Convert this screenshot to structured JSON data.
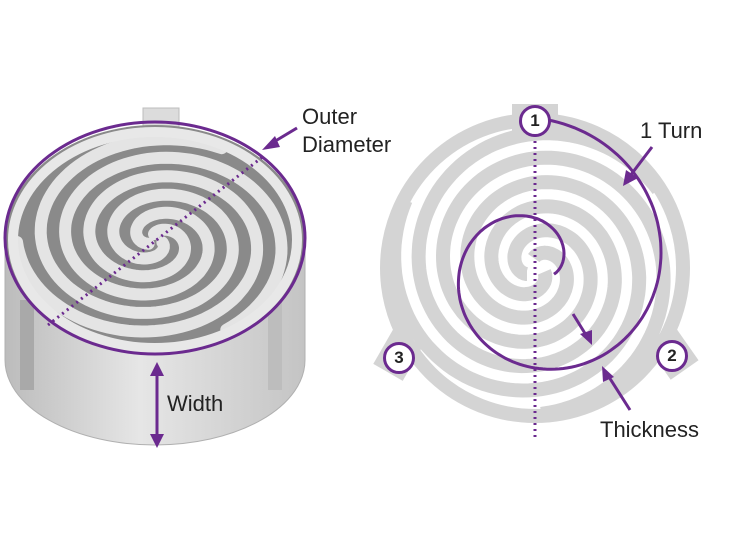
{
  "labels": {
    "outer_line1": "Outer",
    "outer_line2": "Diameter",
    "width": "Width",
    "turn": "1 Turn",
    "thickness": "Thickness"
  },
  "badges": [
    "1",
    "2",
    "3"
  ],
  "colors": {
    "accent": "#6b2a8f",
    "spiral": "#d4d4d4",
    "text": "#222222"
  }
}
